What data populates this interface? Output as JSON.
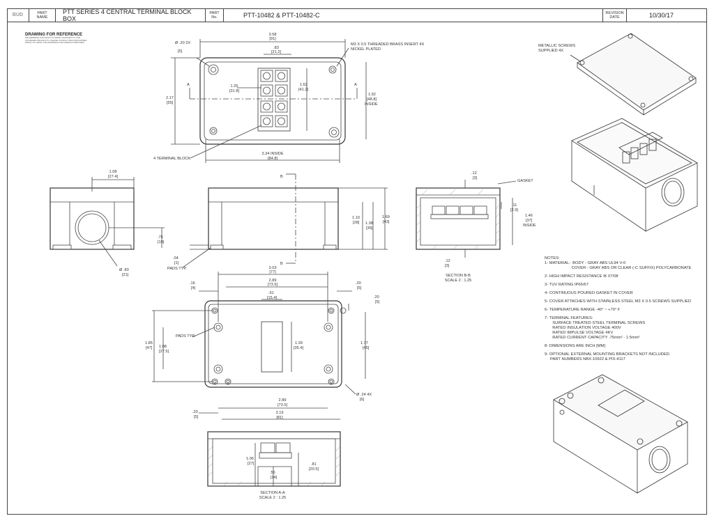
{
  "title_block": {
    "logo": "BUD",
    "part_name_label": "PART\nNAME",
    "part_name": "PTT SERIES 4 CENTRAL TERMINAL BLOCK BOX",
    "part_no_label": "PART\nNo.",
    "part_no": "PTT-10482 & PTT-10482-C",
    "revision_label": "REVISION\nDATE",
    "revision_date": "10/30/17"
  },
  "reference_note": {
    "title": "DRAWING FOR REFERENCE",
    "text": "WE RESERVE THE RIGHT TO MAKE CHANGES TO OUR STANDARD PRODUCTS. PLEASE CONTACT BUD INDUSTRIES PRIOR TO USING THIS DRAWING FOR DESIGN PURPOSES."
  },
  "top_view": {
    "width": "3.58",
    "width_mm": "[91]",
    "hole_dia": "Ø .20 2X",
    "hole_dia_mm": "[5]",
    "insert_note": "M3 X 0.5 THREADED BRASS INSERT 4X",
    "insert_note2": "NICKEL PLATED",
    "term_pitch": ".83",
    "term_pitch_mm": "[21.2]",
    "term_offset": "1.25",
    "term_offset_mm": "[31.8]",
    "term_height": "1.62",
    "term_height_mm": "[41.2]",
    "height": "2.17",
    "height_mm": "[55]",
    "inside_h": "1.92",
    "inside_h_mm": "[48.8]",
    "inside_h_lbl": "INSIDE",
    "inside_w": "3.34  INSIDE",
    "inside_w_mm": "[84.8]",
    "terminal_block": "4 TERMINAL BLOCK",
    "section_a": "A"
  },
  "side_view": {
    "width": "1.08",
    "width_mm": "[27.4]",
    "hole_h": ".75",
    "hole_h_mm": "[19]",
    "hole_dia": "Ø .83",
    "hole_dia_mm": "[21]"
  },
  "front_view": {
    "section_b": "B",
    "pad": ".04",
    "pad_mm": "[1]",
    "pads_typ": "PADS TYP.",
    "h1": "1.10",
    "h1_mm": "[28]",
    "h2": "1.38",
    "h2_mm": "[35]",
    "h3": "1.69",
    "h3_mm": "[43]"
  },
  "section_b": {
    "wall": ".12",
    "wall_mm": "[3]",
    "gasket": "GASKET",
    "gasket_t": ".11",
    "gasket_t_mm": "[2.9]",
    "inside": "1.46",
    "inside_mm": "[37]",
    "inside_lbl": "INSIDE",
    "bottom": ".12",
    "bottom_mm": "[3]",
    "caption": "SECTION B-B",
    "scale": "SCALE 2 : 1.25"
  },
  "bottom_view": {
    "w1": "3.03",
    "w1_mm": "[77]",
    "w2": "2.89",
    "w2_mm": "[73.5]",
    "slot_w": ".61",
    "slot_w_mm": "[15.4]",
    "edge_l": ".16",
    "edge_l_mm": "[4]",
    "edge_r": ".20",
    "edge_r_mm": "[5]",
    "edge_tr": ".20",
    "edge_tr_mm": "[5]",
    "pads_typ": "PADS TYP.",
    "h_outer": "1.85",
    "h_outer_mm": "[47]",
    "h_pads": "1.08",
    "h_pads_mm": "[27.5]",
    "slot_h": "1.39",
    "slot_h_mm": "[35.4]",
    "h_right": "1.77",
    "h_right_mm": "[45]",
    "boss_dia": "Ø .24 4X",
    "boss_dia_mm": "[6]",
    "w3": "2.89",
    "w3_mm": "[73.5]",
    "w4": "3.19",
    "w4_mm": "[81]",
    "edge_bl": ".20",
    "edge_bl_mm": "[5]"
  },
  "section_a": {
    "h1": "1.06",
    "h1_mm": "[27]",
    "h2": ".81",
    "h2_mm": "[20.5]",
    "h3": ".55",
    "h3_mm": "[14]",
    "caption": "SECTION A-A",
    "scale": "SCALE 2 : 1.25"
  },
  "iso_top": {
    "label1": "METALLIC SCREWS",
    "label2": "SUPPLIED 4X"
  },
  "notes": {
    "title": "NOTES:",
    "items": [
      "1- MATERIAL:  BODY - GRAY ABS UL94 V-0\n                        COVER - GRAY ABS OR CLEAR (-C SUFFIX) POLYCARBONATE",
      "2- HIGH IMPACT RESISTANCE IK 07/08",
      "3- TUV RATING IP66/67",
      "4- CONTINUOUS POURED GASKET IN COVER",
      "5- COVER ATTACHES WITH STAINLESS STEEL M3 X 0.5 SCREWS SUPPLIED",
      "6- TEMPERATURE RANGE -40° ~ +70° F",
      "7- TERMINAL FEATURES:\n       SURFACE TREATED STEEL TERMINAL SCREWS\n       RATED INSULATION VOLTAGE 400V\n       RATED IMPULSE VOLTAGE 4KV\n       RATED CURRENT CAPACITY .75mm² - 1.5mm²",
      "8- DIMENSIONS ARE INCH [MM]",
      "9- OPTIONAL EXTERNAL MOUNTING BRACKETS NOT INCLUDED.\n     PART NUMBERS NBX-10922 & PIX-4117"
    ]
  }
}
